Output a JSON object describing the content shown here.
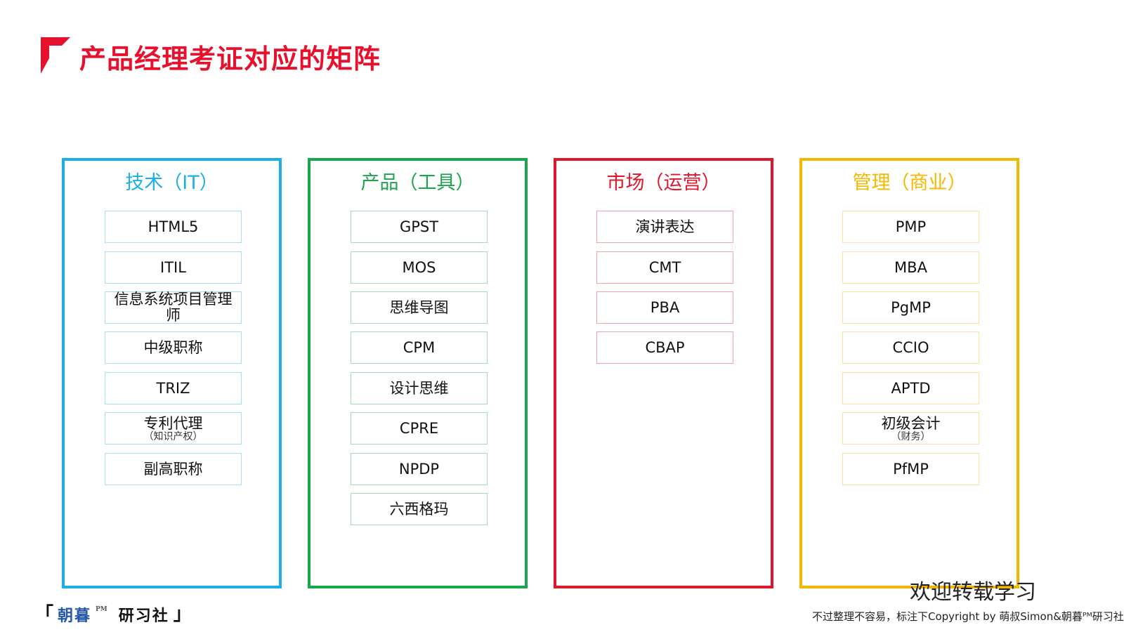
{
  "title": "产品经理考证对应的矩阵",
  "columns": [
    {
      "heading": "技术（IT）",
      "color": "#1ab0e6",
      "items": [
        {
          "label": "HTML5",
          "sub": ""
        },
        {
          "label": "ITIL",
          "sub": ""
        },
        {
          "label": "信息系统项目管理师",
          "sub": ""
        },
        {
          "label": "中级职称",
          "sub": ""
        },
        {
          "label": "TRIZ",
          "sub": ""
        },
        {
          "label": "专利代理",
          "sub": "（知识产权）"
        },
        {
          "label": "副高职称",
          "sub": ""
        }
      ]
    },
    {
      "heading": "产品（工具）",
      "color": "#1aa64a",
      "items": [
        {
          "label": "GPST",
          "sub": ""
        },
        {
          "label": "MOS",
          "sub": ""
        },
        {
          "label": "思维导图",
          "sub": ""
        },
        {
          "label": "CPM",
          "sub": ""
        },
        {
          "label": "设计思维",
          "sub": ""
        },
        {
          "label": "CPRE",
          "sub": ""
        },
        {
          "label": "NPDP",
          "sub": ""
        },
        {
          "label": "六西格玛",
          "sub": ""
        }
      ]
    },
    {
      "heading": "市场（运营）",
      "color": "#e0162b",
      "items": [
        {
          "label": "演讲表达",
          "sub": ""
        },
        {
          "label": "CMT",
          "sub": ""
        },
        {
          "label": "PBA",
          "sub": ""
        },
        {
          "label": "CBAP",
          "sub": ""
        }
      ]
    },
    {
      "heading": "管理（商业）",
      "color": "#f5b800",
      "items": [
        {
          "label": "PMP",
          "sub": ""
        },
        {
          "label": "MBA",
          "sub": ""
        },
        {
          "label": "PgMP",
          "sub": ""
        },
        {
          "label": "CCIO",
          "sub": ""
        },
        {
          "label": "APTD",
          "sub": ""
        },
        {
          "label": "初级会计",
          "sub": "（财务）"
        },
        {
          "label": "PfMP",
          "sub": ""
        }
      ]
    }
  ],
  "footer": {
    "brand": "朝暮",
    "pm": "PM",
    "club": "研习社",
    "welcome": "欢迎转载学习",
    "copyright": "不过整理不容易，标注下Copyright by 萌叔Simon&朝暮ᴾᴹ研习社"
  }
}
